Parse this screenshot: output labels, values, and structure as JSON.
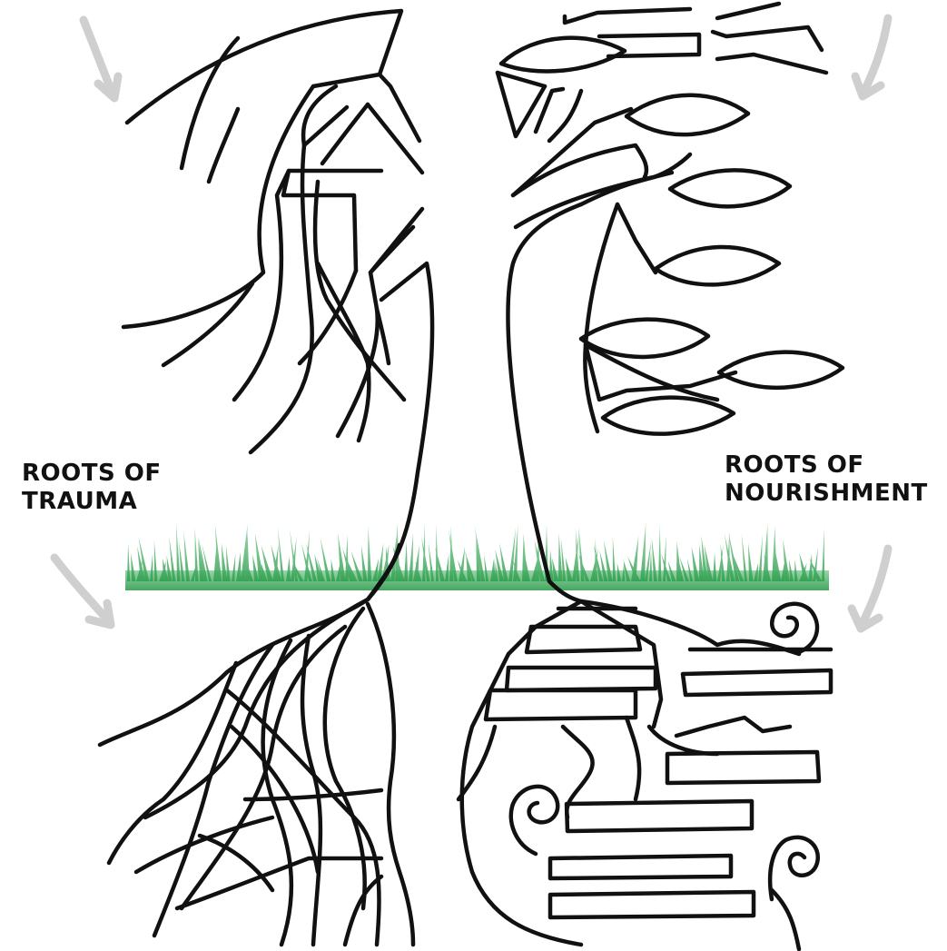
{
  "labels": {
    "trauma": {
      "line1": "ROOTS OF",
      "line2": "TRAUMA"
    },
    "nourishment": {
      "line1": "ROOTS OF",
      "line2": "NOURISHMENT"
    }
  },
  "colors": {
    "ink": "#111111",
    "arrow": "#cfcfcf",
    "grass_dark": "#2e9e4f",
    "grass_light": "#8fd19e",
    "background": "#ffffff"
  },
  "icons": [
    "arrow-icon",
    "grass-icon",
    "spiral-icon",
    "leaf-icon"
  ]
}
